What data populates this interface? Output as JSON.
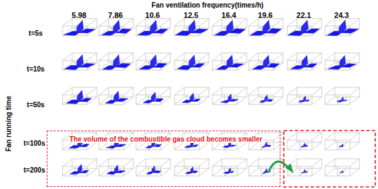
{
  "diagram": {
    "nodes": [
      {
        "text": [
          "The volume of the combustible gas cloud becomes smaller"
        ]
      }
    ],
    "labels": [
      "Fan ventilation frequency(times/h)",
      "5.98",
      "7.86",
      "10.6",
      "12.5",
      "16.4",
      "19.6",
      "22.1",
      "24.3",
      "Fan running time",
      "t=5s",
      "t=10s",
      "t=50s",
      "t=100s",
      "t=200s"
    ]
  }
}
